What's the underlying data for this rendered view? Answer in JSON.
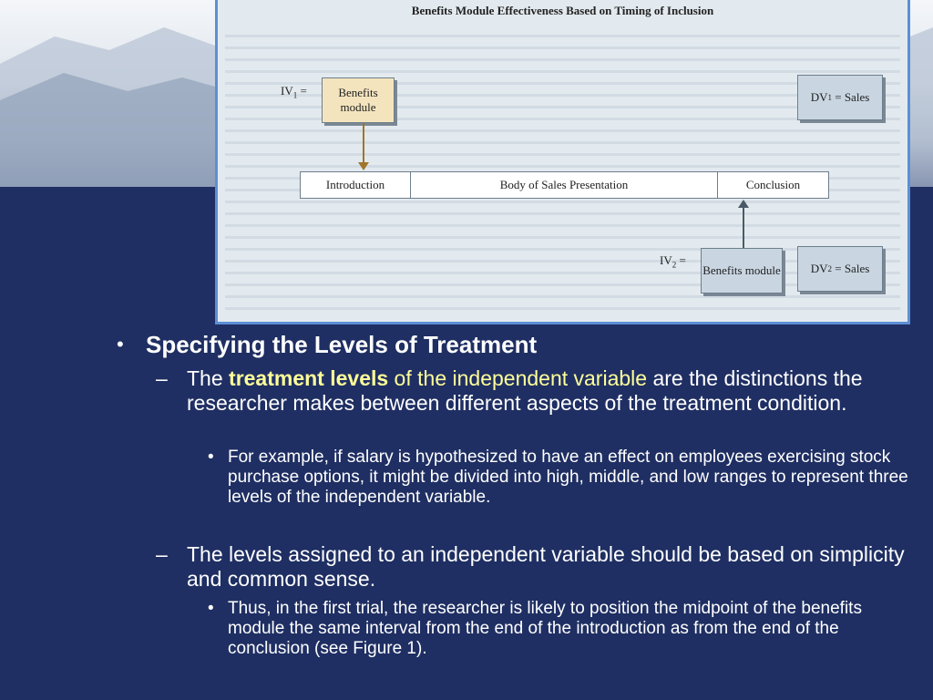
{
  "figure": {
    "title": "Benefits Module Effectiveness Based on Timing of Inclusion",
    "iv1_label": "IV",
    "iv1_sub": "1",
    "iv1_eq": "=",
    "iv2_label": "IV",
    "iv2_sub": "2",
    "iv2_eq": "=",
    "benefits_module": "Benefits module",
    "dv1_prefix": "DV",
    "dv1_sub": "1",
    "dv1_suffix": "= Sales",
    "dv2_prefix": "DV",
    "dv2_sub": "2",
    "dv2_suffix": "= Sales",
    "sections": [
      "Introduction",
      "Body of Sales Presentation",
      "Conclusion"
    ]
  },
  "bullets": {
    "heading": "Specifying the Levels of Treatment",
    "sub1": {
      "prefix": "The ",
      "term": "treatment levels",
      "term_rest": " of the independent variable",
      "suffix": " are the distinctions the researcher makes between different aspects of the treatment condition."
    },
    "sub1_example": "For example, if salary is hypothesized to have an effect on employees exercising stock purchase options, it might be divided into high, middle, and low ranges to represent three levels of the independent variable.",
    "sub2": "The levels assigned to an independent variable should be based on simplicity and common sense.",
    "sub2_example": "Thus, in the first trial, the researcher is likely to position the midpoint of the benefits module the same interval from the end of the introduction as from the end of the conclusion (see Figure 1)."
  },
  "colors": {
    "background": "#1f2f63",
    "highlight": "#ffff99",
    "figure_border": "#5c8fd6"
  }
}
